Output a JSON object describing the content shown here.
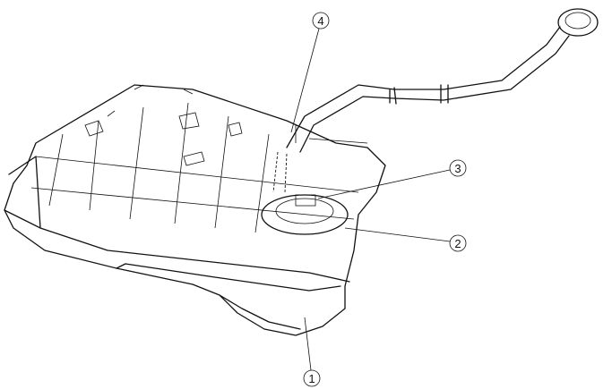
{
  "diagram": {
    "subject": "fuel-tank-assembly",
    "callouts": [
      {
        "number": "1"
      },
      {
        "number": "2"
      },
      {
        "number": "3"
      },
      {
        "number": "4"
      }
    ]
  }
}
